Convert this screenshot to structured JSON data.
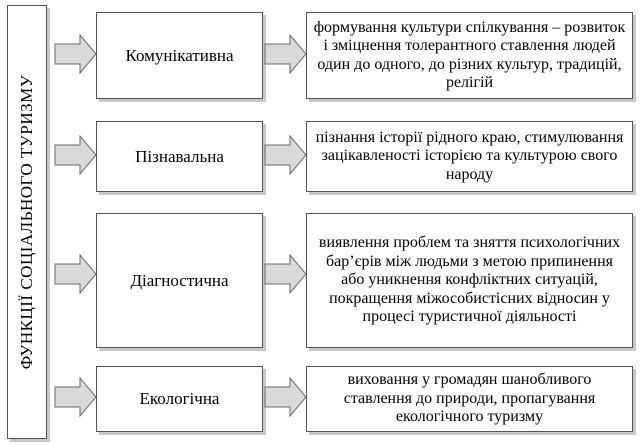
{
  "title_vertical": "ФУНКЦІЇ СОЦІАЛЬНОГО ТУРИЗМУ",
  "rows": [
    {
      "function": "Комунікативна",
      "description": "формування культури спілкування – розвиток і зміцнення толерантного ставлення людей один до одного, до різних культур, традицій, релігій"
    },
    {
      "function": "Пізнавальна",
      "description": "пізнання історії рідного краю, стимулювання зацікавленості історією та культурою свого народу"
    },
    {
      "function": "Діагностична",
      "description": "виявлення проблем та зняття психологічних бар’єрів між людьми з метою припинення або уникнення конфліктних ситуацій, покращення міжособистісних відносин у процесі туристичної діяльності"
    },
    {
      "function": "Екологічна",
      "description": "виховання у громадян шанобливого ставлення до природи, пропагування екологічного туризму"
    }
  ],
  "colors": {
    "arrow_fill": "#d9d9d9",
    "arrow_stroke": "#6a6a6a",
    "border": "#555555",
    "shadow": "#c8c8c8"
  }
}
